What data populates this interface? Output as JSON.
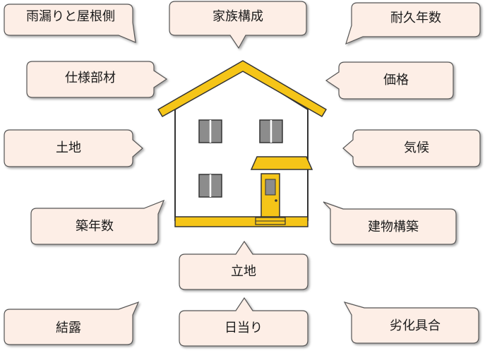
{
  "colors": {
    "bubble_fill": "#fdeee6",
    "bubble_stroke": "#555555",
    "house_yellow": "#f5c518",
    "house_outline": "#333333",
    "window_gray": "#8c8c8c",
    "wall": "#ffffff"
  },
  "labels": {
    "rain_leak": "雨漏りと屋根側",
    "family": "家族構成",
    "durability": "耐久年数",
    "specs": "仕様部材",
    "price": "価格",
    "land": "土地",
    "climate": "気候",
    "building_age": "築年数",
    "structure": "建物構築",
    "location": "立地",
    "condensation": "結露",
    "sunlight": "日当り",
    "deterioration": "劣化具合"
  }
}
